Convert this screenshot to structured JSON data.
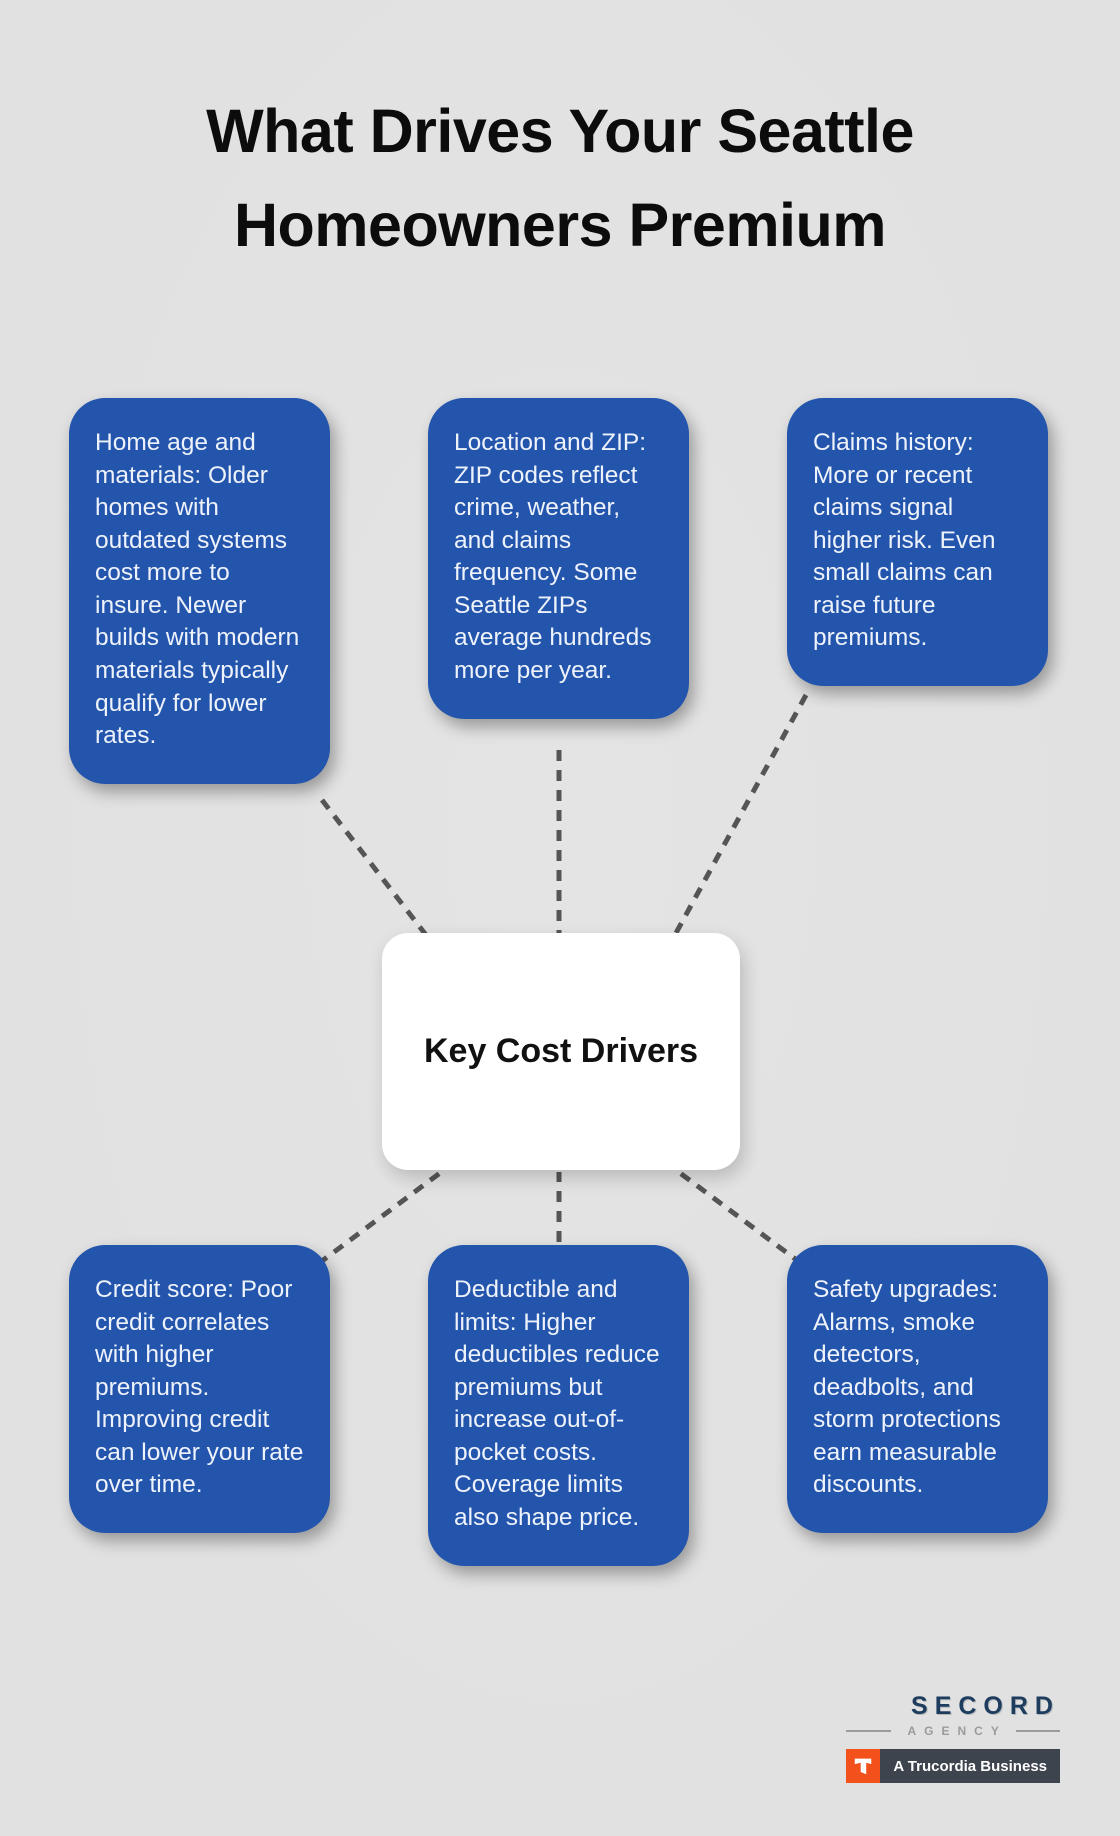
{
  "title": {
    "line1": "What Drives Your Seattle",
    "line2": "Homeowners Premium"
  },
  "center_node": {
    "label": "Key Cost Drivers"
  },
  "cards": [
    {
      "id": "home-age-materials",
      "text": "Home age and materials: Older homes with outdated systems cost more to insure. Newer builds with modern materials typically qualify for lower rates."
    },
    {
      "id": "location-zip",
      "text": "Location and ZIP: ZIP codes reflect crime, weather, and claims frequency. Some Seattle ZIPs average hundreds more per year."
    },
    {
      "id": "claims-history",
      "text": "Claims history: More or recent claims signal higher risk. Even small claims can raise future premiums."
    },
    {
      "id": "credit-score",
      "text": "Credit score: Poor credit correlates with higher premiums. Improving credit can lower your rate over time."
    },
    {
      "id": "deductible-limits",
      "text": "Deductible and limits: Higher deductibles reduce premiums but increase out-of-pocket costs. Coverage limits also shape price."
    },
    {
      "id": "safety-upgrades",
      "text": "Safety upgrades: Alarms, smoke detectors, deadbolts, and storm protections earn measurable discounts."
    }
  ],
  "footer": {
    "brand": "SECORD",
    "brand_sub": "AGENCY",
    "badge_label": "A Trucordia Business"
  },
  "colors": {
    "card_blue": "#2355ad",
    "background": "#e1e1e1",
    "connector": "#555555",
    "navy": "#1d3c5e",
    "agency_gray": "#9b9b9b",
    "orange": "#f2511b",
    "slate": "#3d444d"
  }
}
